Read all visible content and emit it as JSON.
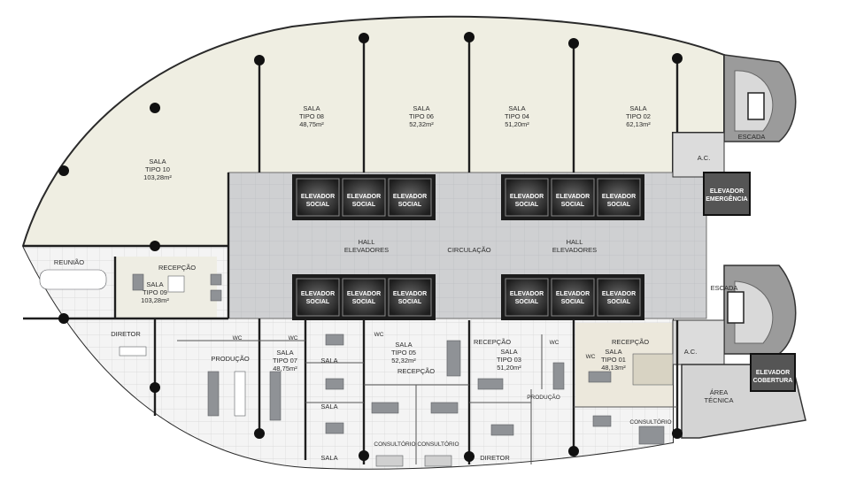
{
  "rooms": {
    "sala10": [
      "SALA",
      "TIPO 10",
      "103,28m²"
    ],
    "sala08": [
      "SALA",
      "TIPO 08",
      "48,75m²"
    ],
    "sala06": [
      "SALA",
      "TIPO 06",
      "52,32m²"
    ],
    "sala04": [
      "SALA",
      "TIPO 04",
      "51,20m²"
    ],
    "sala02": [
      "SALA",
      "TIPO 02",
      "62,13m²"
    ],
    "sala09": [
      "SALA",
      "TIPO 09",
      "103,28m²"
    ],
    "sala07": [
      "SALA",
      "TIPO 07",
      "48,75m²"
    ],
    "sala05": [
      "SALA",
      "TIPO 05",
      "52,32m²"
    ],
    "sala03": [
      "SALA",
      "TIPO 03",
      "51,20m²"
    ],
    "sala01": [
      "SALA",
      "TIPO 01",
      "48,13m²"
    ]
  },
  "labels": {
    "escada": "ESCADA",
    "ac": "A.C.",
    "hall_a": "HALL",
    "hall_b": "ELEVADORES",
    "circulacao": "CIRCULAÇÃO",
    "reuniao": "REUNIÃO",
    "recepcao": "RECEPÇÃO",
    "diretor": "DIRETOR",
    "wc": "WC",
    "producao": "PRODUÇÃO",
    "sala": "SALA",
    "consultorio": "CONSULTÓRIO",
    "area_tecnica_a": "ÁREA",
    "area_tecnica_b": "TÉCNICA"
  },
  "elevators": {
    "social_a": "ELEVADOR",
    "social_b": "SOCIAL",
    "emergencia_a": "ELEVADOR",
    "emergencia_b": "EMERGÊNCIA",
    "cobertura_a": "ELEVADOR",
    "cobertura_b": "COBERTURA"
  },
  "colors": {
    "sala_fill": "#efeee2",
    "hall_fill": "#cfd0d2",
    "office_fill": "#f3f3f3",
    "grid_line": "#d8d8d8",
    "elevator_fill": "#3a3a3a",
    "wall": "#1e1e1e",
    "column": "#111111"
  }
}
